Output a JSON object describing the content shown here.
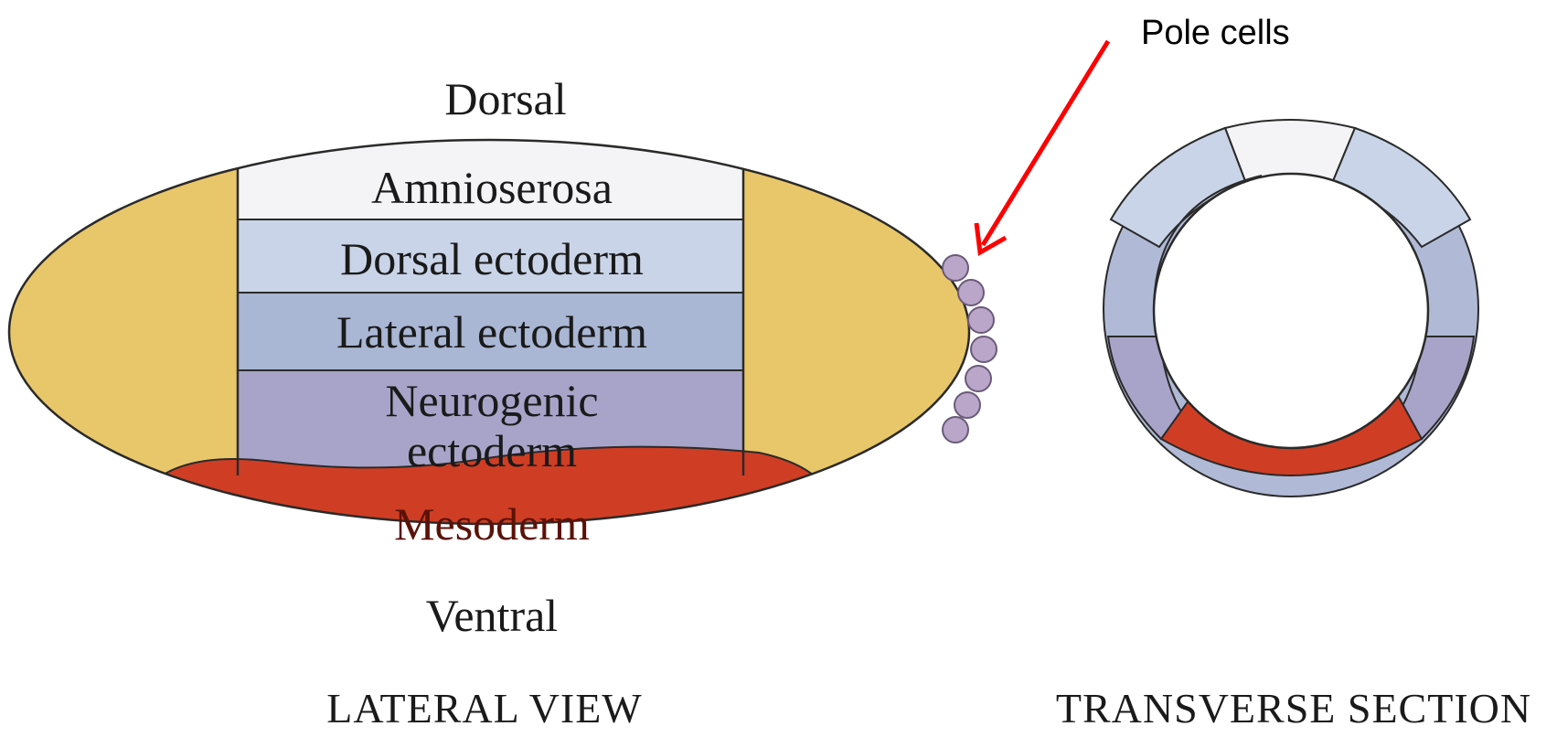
{
  "lateral_view": {
    "orientation": {
      "top": "Dorsal",
      "bottom": "Ventral"
    },
    "regions": [
      {
        "id": "amnioserosa",
        "label": "Amnioserosa",
        "color": "#f4f4f6"
      },
      {
        "id": "dorsal-ectoderm",
        "label": "Dorsal ectoderm",
        "color": "#c9d4e8"
      },
      {
        "id": "lateral-ectoderm",
        "label": "Lateral ectoderm",
        "color": "#a9b6d4"
      },
      {
        "id": "neurogenic-ectoderm",
        "label_line1": "Neurogenic",
        "label_line2": "ectoderm",
        "color": "#a8a4c9"
      },
      {
        "id": "mesoderm",
        "label": "Mesoderm",
        "color": "#cf3e24"
      }
    ],
    "pole_color": "#e8c66a",
    "caption": "LATERAL VIEW"
  },
  "pole_cells": {
    "label": "Pole cells",
    "cell_color": "#b9a6c9",
    "arrow_color": "#ff0000"
  },
  "transverse_section": {
    "caption": "TRANSVERSE SECTION"
  }
}
